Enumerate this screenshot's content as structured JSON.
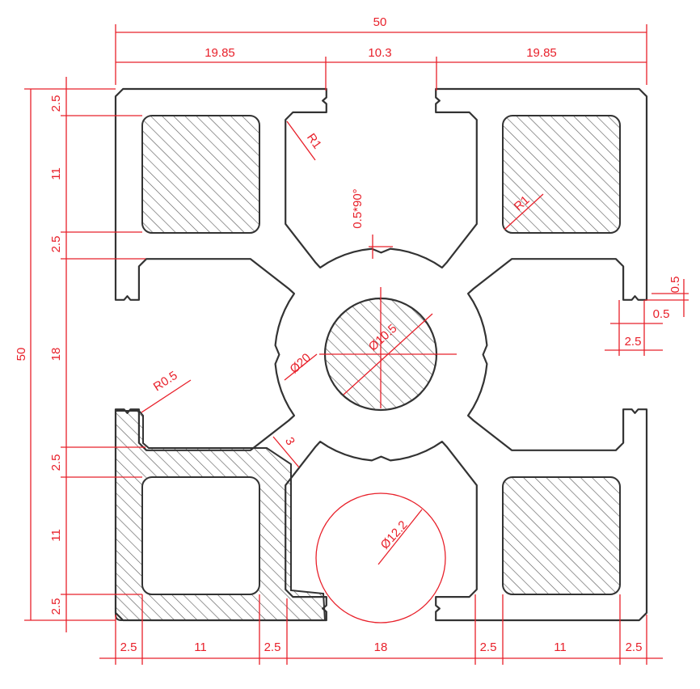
{
  "drawing": {
    "top": {
      "overall": "50",
      "segments": [
        "19.85",
        "10.3",
        "19.85"
      ]
    },
    "left": {
      "overall": "50",
      "segments": [
        "2.5",
        "11",
        "2.5",
        "18",
        "2.5",
        "11",
        "2.5"
      ]
    },
    "bottom": {
      "segments": [
        "2.5",
        "11",
        "2.5",
        "18",
        "2.5",
        "11",
        "2.5"
      ]
    },
    "right": {
      "slot_depth": "0.5",
      "lip_width": "0.5",
      "wall": "2.5"
    },
    "annotations": {
      "radius_slot": "R1",
      "radius_cavity": "R1",
      "notch": "0.5*90°",
      "core_diameter": "Ø20",
      "bore_diameter": "Ø10.5",
      "radius_lip": "R0.5",
      "web_thickness": "3",
      "slot_circle_diameter": "Ø12.2"
    },
    "colors": {
      "dimension": "#e8202a",
      "profile": "#333333",
      "hatch": "#555555"
    }
  }
}
